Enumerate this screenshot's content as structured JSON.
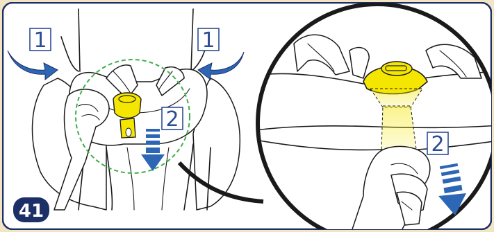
{
  "step": {
    "number": "41"
  },
  "left_view": {
    "label_left": "1",
    "label_right": "1",
    "label_center": "2"
  },
  "zoom_view": {
    "label": "2"
  },
  "colors": {
    "background": "#f2e5c5",
    "frame_border": "#1d2f67",
    "arrow_blue": "#2c66b5",
    "highlight_yellow": "#f4e600",
    "zoom_green": "#3fae49"
  }
}
